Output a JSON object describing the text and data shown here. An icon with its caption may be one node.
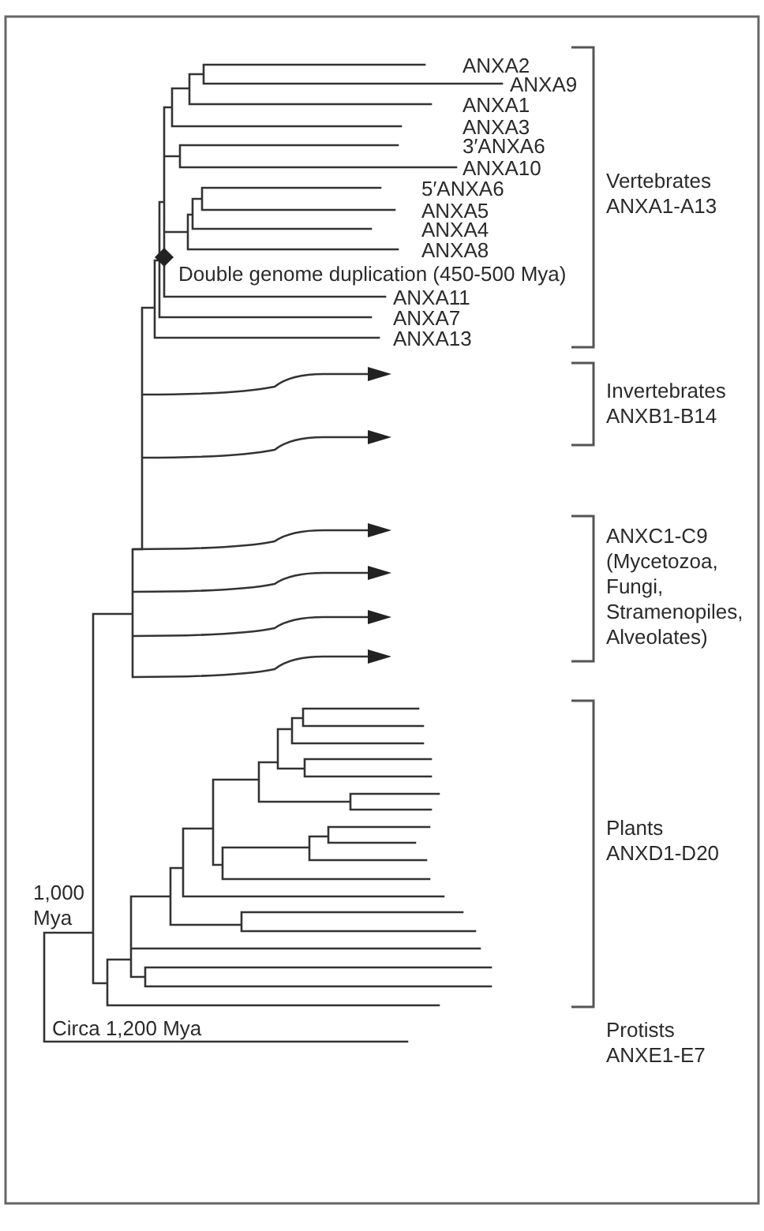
{
  "diagram": {
    "labels": [
      "ANXA2",
      "ANXA9",
      "ANXA1",
      "ANXA3",
      "3′ANXA6",
      "ANXA10",
      "5′ANXA6",
      "ANXA5",
      "ANXA4",
      "ANXA8",
      "Double genome duplication (450-500 Mya)",
      "ANXA11",
      "ANXA7",
      "ANXA13",
      "1,000 Mya",
      "Circa 1,200 Mya",
      "Vertebrates ANXA1-A13",
      "Invertebrates ANXB1-B14",
      "ANXC1-C9 (Mycetozoa, Fungi, Stramenopiles, Alveolates)",
      "Plants ANXD1-D20",
      "Protists ANXE1-E7"
    ]
  }
}
